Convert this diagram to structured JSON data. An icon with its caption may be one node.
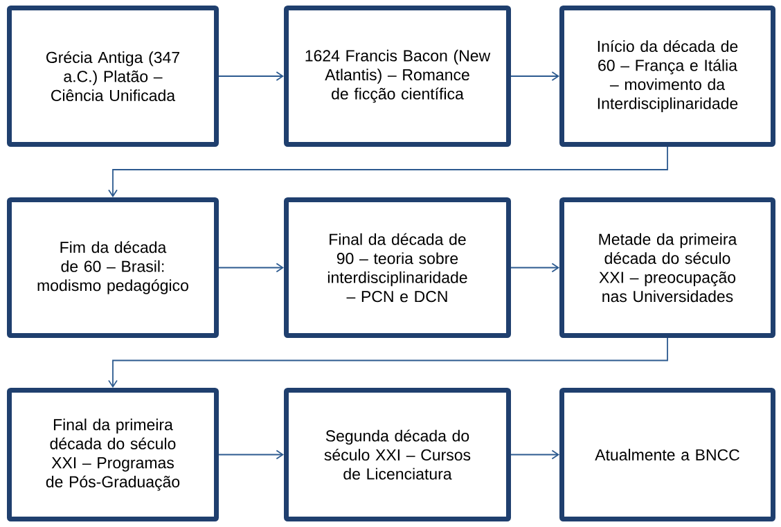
{
  "diagram": {
    "nodes": [
      {
        "text": [
          "Grécia Antiga (347 a.C.) Platão – Ciência Unificada"
        ]
      },
      {
        "text": [
          "1624 Francis Bacon (New Atlantis) – Romance de ficção científica"
        ]
      },
      {
        "text": [
          "Início da década de 60 – França e Itália – movimento da Interdisciplinaridade"
        ]
      },
      {
        "text": [
          "Fim da década de 60 – Brasil: modismo pedagógico"
        ]
      },
      {
        "text": [
          "Final da década de 90 – teoria sobre interdisciplinaridade – PCN e DCN"
        ]
      },
      {
        "text": [
          "Metade da primeira década do século XXI – preocupação nas Universidades"
        ]
      },
      {
        "text": [
          "Final da primeira década do século XXI – Programas de Pós-Graduação"
        ]
      },
      {
        "text": [
          "Segunda década do século XXI – Cursos de Licenciatura"
        ]
      },
      {
        "text": [
          "Atualmente a BNCC"
        ]
      }
    ],
    "edges": [
      {
        "from": 0,
        "to": 1,
        "arrow": "to"
      },
      {
        "from": 1,
        "to": 2,
        "arrow": "to"
      },
      {
        "from": 2,
        "to": 3,
        "arrow": "to"
      },
      {
        "from": 3,
        "to": 4,
        "arrow": "to"
      },
      {
        "from": 4,
        "to": 5,
        "arrow": "to"
      },
      {
        "from": 5,
        "to": 6,
        "arrow": "to"
      },
      {
        "from": 6,
        "to": 7,
        "arrow": "to"
      },
      {
        "from": 7,
        "to": 8,
        "arrow": "to"
      }
    ]
  }
}
